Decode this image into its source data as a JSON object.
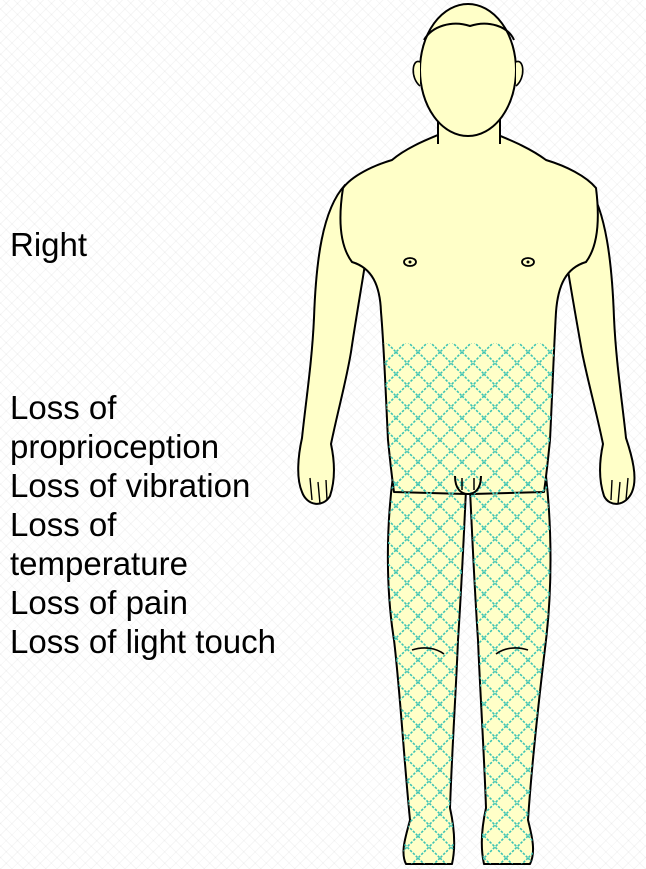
{
  "side_label": "Right",
  "deficits": [
    "Loss of",
    "proprioception",
    "Loss of vibration",
    "Loss of",
    "temperature",
    "Loss of pain",
    "Loss of light touch"
  ],
  "colors": {
    "skin": "#ffffc8",
    "outline": "#000000",
    "hatch": "#3cc3b4"
  }
}
